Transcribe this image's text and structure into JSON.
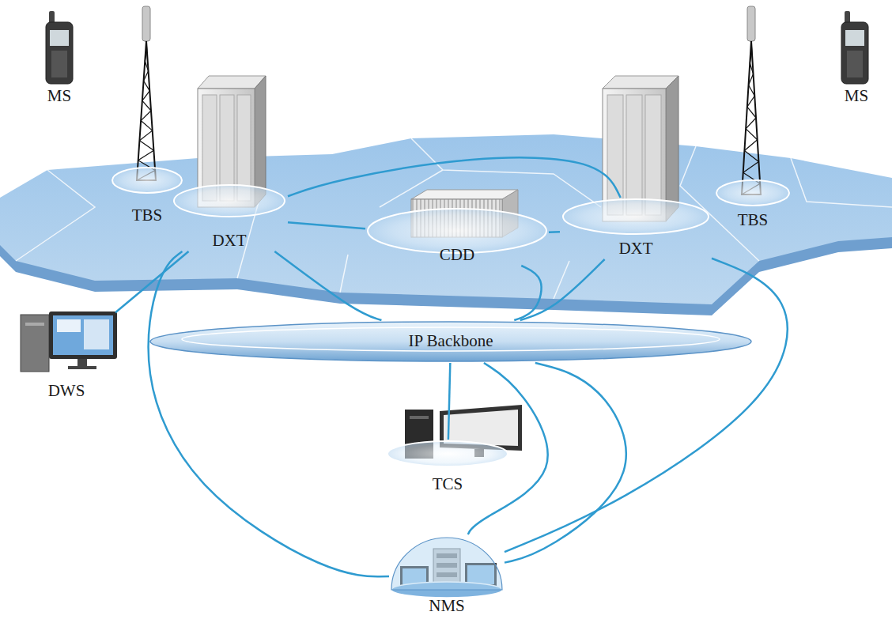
{
  "diagram": {
    "nodes": [
      {
        "text": [
          "TBS"
        ]
      },
      {
        "text": [
          "DXT"
        ]
      },
      {
        "text": [
          "CDD"
        ]
      },
      {
        "text": [
          "DXT"
        ]
      },
      {
        "text": [
          "TBS"
        ]
      },
      {
        "text": [
          "DWS"
        ]
      },
      {
        "text": [
          "IP Backbone"
        ]
      },
      {
        "text": [
          "TCS"
        ]
      },
      {
        "text": [
          "NMS"
        ]
      }
    ],
    "edges": [
      {
        "from": 1,
        "to": 5,
        "arrow": "none"
      },
      {
        "from": 1,
        "to": 2,
        "arrow": "none"
      },
      {
        "from": 1,
        "to": 3,
        "arrow": "none"
      },
      {
        "from": 1,
        "to": 6,
        "arrow": "none"
      },
      {
        "from": 1,
        "to": 8,
        "arrow": "none"
      },
      {
        "from": 2,
        "to": 3,
        "arrow": "none"
      },
      {
        "from": 2,
        "to": 6,
        "arrow": "none"
      },
      {
        "from": 3,
        "to": 6,
        "arrow": "none"
      },
      {
        "from": 3,
        "to": 8,
        "arrow": "none"
      },
      {
        "from": 6,
        "to": 7,
        "arrow": "none"
      },
      {
        "from": 6,
        "to": 8,
        "arrow": "none"
      },
      {
        "from": 6,
        "to": 8,
        "arrow": "none"
      }
    ],
    "labels": [
      "MS",
      "MS"
    ]
  }
}
